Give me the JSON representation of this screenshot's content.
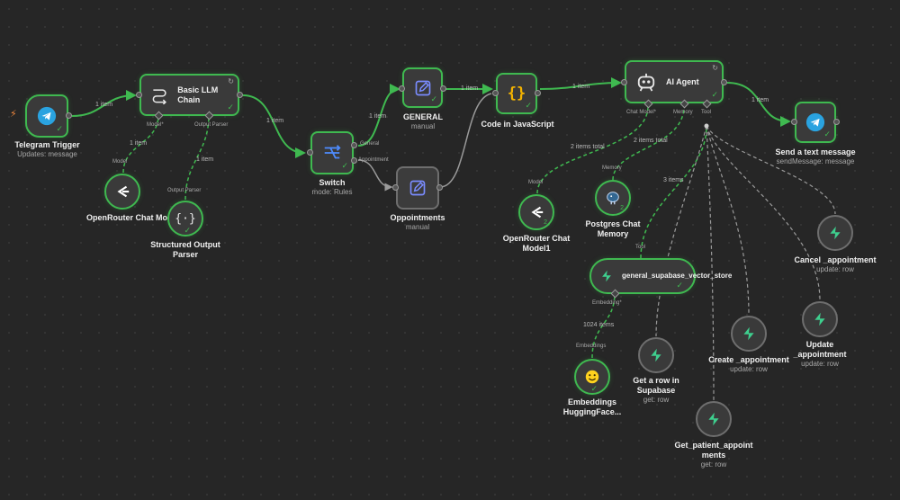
{
  "nodes": {
    "telegram_trigger": {
      "title": "Telegram Trigger",
      "subtitle": "Updates: message"
    },
    "basic_llm_chain": {
      "title": "Basic LLM Chain",
      "port_model": "Model*",
      "port_output_parser": "Output Parser"
    },
    "openrouter_chat_model": {
      "title": "OpenRouter Chat Model",
      "tag": "Model"
    },
    "structured_output_parser": {
      "title": "Structured Output Parser",
      "tag": "Output Parser"
    },
    "switch": {
      "title": "Switch",
      "subtitle": "mode: Rules",
      "out_general": "General",
      "out_appointment": "Appointment"
    },
    "general": {
      "title": "GENERAL",
      "subtitle": "manual"
    },
    "oppointments": {
      "title": "Oppointments",
      "subtitle": "manual"
    },
    "code_js": {
      "title": "Code in JavaScript"
    },
    "ai_agent": {
      "title": "AI Agent",
      "port_chat_model": "Chat Model*",
      "port_memory": "Memory",
      "port_tool": "Tool"
    },
    "send_text_message": {
      "title": "Send a text message",
      "subtitle": "sendMessage: message"
    },
    "openrouter_chat_model1": {
      "title": "OpenRouter Chat Model1",
      "tag": "Model",
      "count": "2"
    },
    "postgres_chat_memory": {
      "title": "Postgres Chat Memory",
      "tag": "Memory",
      "count": "2"
    },
    "general_supabase_vector_store": {
      "title": "general_supabase_vector_store",
      "tag": "Tool",
      "port_embedding": "Embedding*"
    },
    "embeddings_huggingface": {
      "title": "Embeddings HuggingFace...",
      "tag": "Embeddings"
    },
    "cancel_appointment": {
      "title": "Cancel _appointment",
      "subtitle": "update: row"
    },
    "update_appointment": {
      "title": "Update _appointment",
      "subtitle": "update: row"
    },
    "create_appointment": {
      "title": "Create _appointment",
      "subtitle": "update: row"
    },
    "get_row_supabase": {
      "title": "Get a row in Supabase",
      "subtitle": "get: row"
    },
    "get_patient_appointments": {
      "title": "Get_patient_appoint ments",
      "subtitle": "get: row"
    }
  },
  "edge_labels": {
    "trigger_to_chain": "1 item",
    "chain_to_switch": "1 item",
    "model_to_chain": "1 item",
    "parser_to_chain": "1 item",
    "switch_to_general": "1 item",
    "general_to_code": "1 item",
    "code_to_agent": "1 item",
    "agent_to_send": "1 item",
    "model1_to_agent": "2 items total",
    "memory_to_agent": "2 items total",
    "tool_to_agent": "3 items",
    "embed_to_store": "1024 items"
  },
  "icons": {
    "telegram": "telegram-icon",
    "llm_chain": "chain-icon",
    "switch": "switch-icon",
    "edit": "pencil-edit-icon",
    "code": "curly-braces-icon",
    "agent": "robot-icon",
    "openrouter": "openrouter-icon",
    "parser": "braces-parser-icon",
    "postgres": "postgres-elephant-icon",
    "supabase": "supabase-bolt-icon",
    "huggingface": "huggingface-icon",
    "trigger": "lightning-trigger-icon"
  },
  "colors": {
    "canvas": "#262626",
    "success": "#3fb950",
    "node_bg": "#3a3a3a",
    "idle_border": "#6e6e6e",
    "telegram": "#2aa3e0",
    "supabase": "#3ecf8e",
    "code": "#f5b400",
    "switch": "#4e8cff",
    "edit": "#7a8cff"
  }
}
